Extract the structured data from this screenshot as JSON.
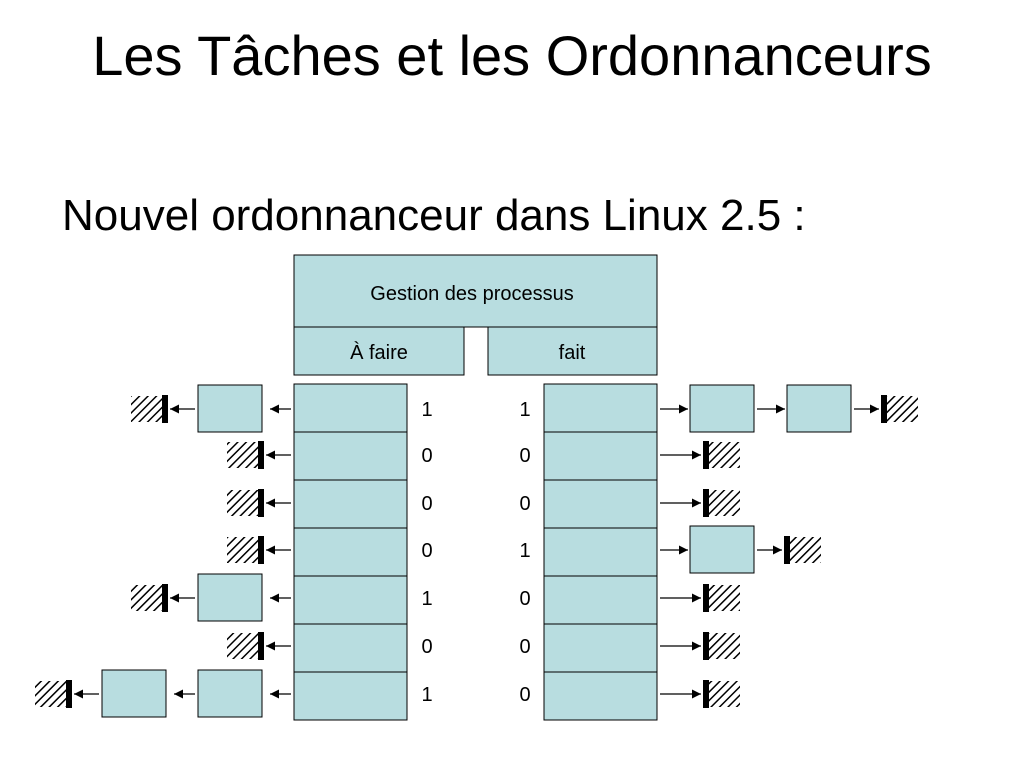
{
  "slide": {
    "title": "Les Tâches et les Ordonnanceurs",
    "subtitle": "Nouvel ordonnanceur dans Linux 2.5 :"
  },
  "diagram": {
    "header": "Gestion des processus",
    "todo_label": "À faire",
    "done_label": "fait",
    "colors": {
      "box_fill": "#b8dde0",
      "stroke": "#000000"
    },
    "todo_rows": [
      {
        "bit": "1",
        "list_length": 1
      },
      {
        "bit": "0",
        "list_length": 0
      },
      {
        "bit": "0",
        "list_length": 0
      },
      {
        "bit": "0",
        "list_length": 0
      },
      {
        "bit": "1",
        "list_length": 1
      },
      {
        "bit": "0",
        "list_length": 0
      },
      {
        "bit": "1",
        "list_length": 2
      }
    ],
    "done_rows": [
      {
        "bit": "1",
        "list_length": 2
      },
      {
        "bit": "0",
        "list_length": 0
      },
      {
        "bit": "0",
        "list_length": 0
      },
      {
        "bit": "1",
        "list_length": 1
      },
      {
        "bit": "0",
        "list_length": 0
      },
      {
        "bit": "0",
        "list_length": 0
      },
      {
        "bit": "0",
        "list_length": 0
      }
    ]
  }
}
